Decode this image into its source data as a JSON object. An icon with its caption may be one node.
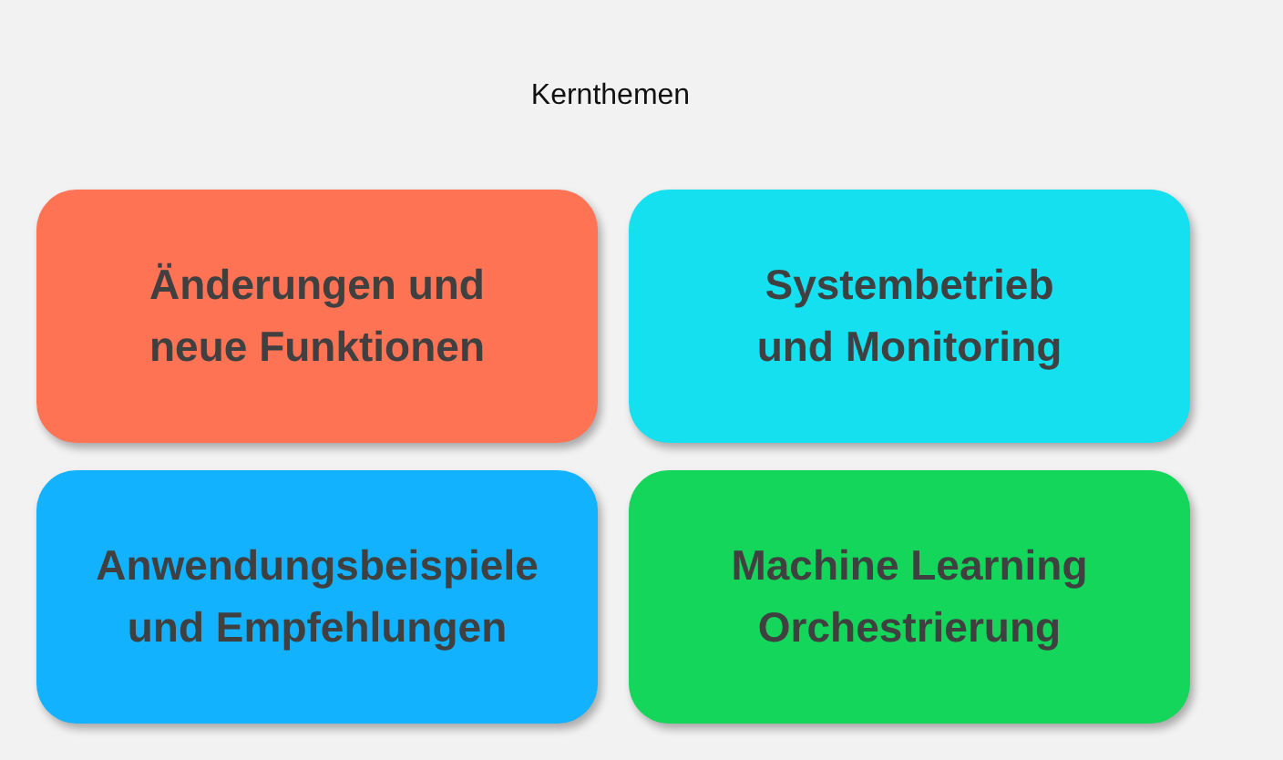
{
  "diagram": {
    "title": "Kernthemen",
    "nodes": [
      {
        "text": [
          "Änderungen und neue Funktionen"
        ]
      },
      {
        "text": [
          "Systembetrieb und Monitoring"
        ]
      },
      {
        "text": [
          "Anwendungsbeispiele und Empfehlungen"
        ]
      },
      {
        "text": [
          "Machine Learning Orchestrierung"
        ]
      }
    ]
  }
}
